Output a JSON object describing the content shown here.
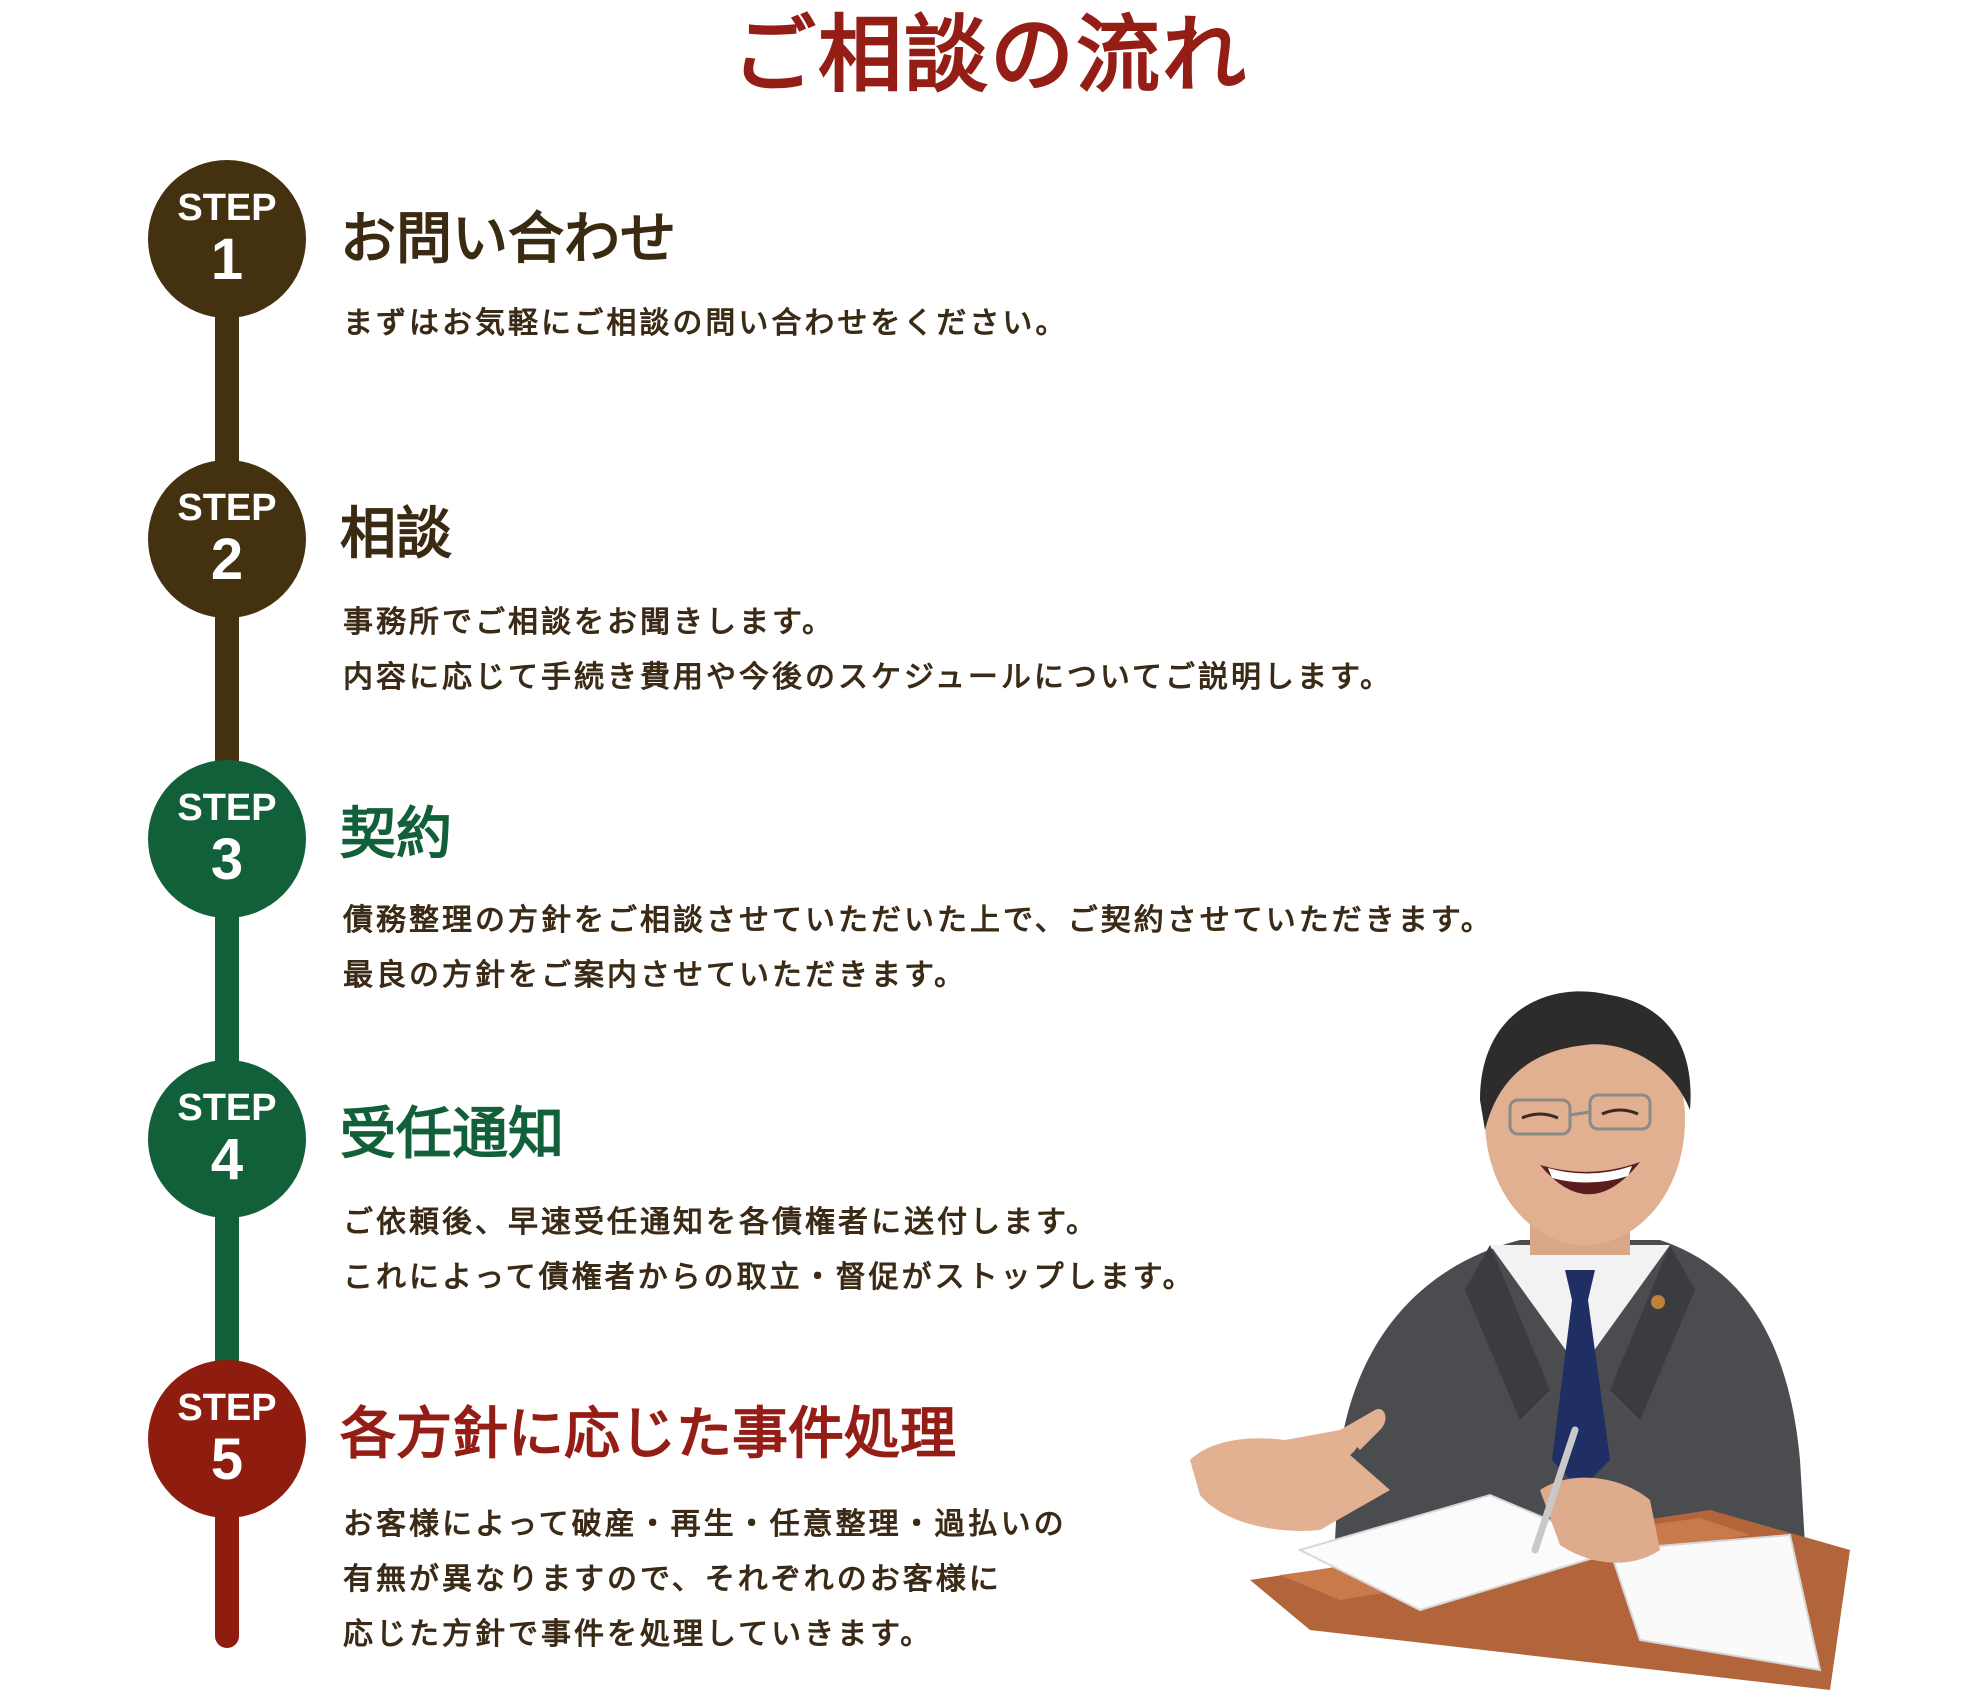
{
  "page": {
    "title": "ご相談の流れ"
  },
  "colors": {
    "brown": "#43310f",
    "green": "#12603a",
    "red": "#8e1c0f",
    "title_red": "#941e15"
  },
  "steps": [
    {
      "step_word": "STEP",
      "number": "1",
      "heading": "お問い合わせ",
      "lines": [
        "まずはお気軽にご相談の問い合わせをください。"
      ]
    },
    {
      "step_word": "STEP",
      "number": "2",
      "heading": "相談",
      "lines": [
        "事務所でご相談をお聞きします。",
        "内容に応じて手続き費用や今後のスケジュールについてご説明します。"
      ]
    },
    {
      "step_word": "STEP",
      "number": "3",
      "heading": "契約",
      "lines": [
        "債務整理の方針をご相談させていただいた上で、ご契約させていただきます。",
        "最良の方針をご案内させていただきます。"
      ]
    },
    {
      "step_word": "STEP",
      "number": "4",
      "heading": "受任通知",
      "lines": [
        "ご依頼後、早速受任通知を各債権者に送付します。",
        "これによって債権者からの取立・督促がストップします。"
      ]
    },
    {
      "step_word": "STEP",
      "number": "5",
      "heading": "各方針に応じた事件処理",
      "lines": [
        "お客様によって破産・再生・任意整理・過払いの",
        "有無が異なりますので、それぞれのお客様に",
        "応じた方針で事件を処理していきます。"
      ]
    }
  ]
}
